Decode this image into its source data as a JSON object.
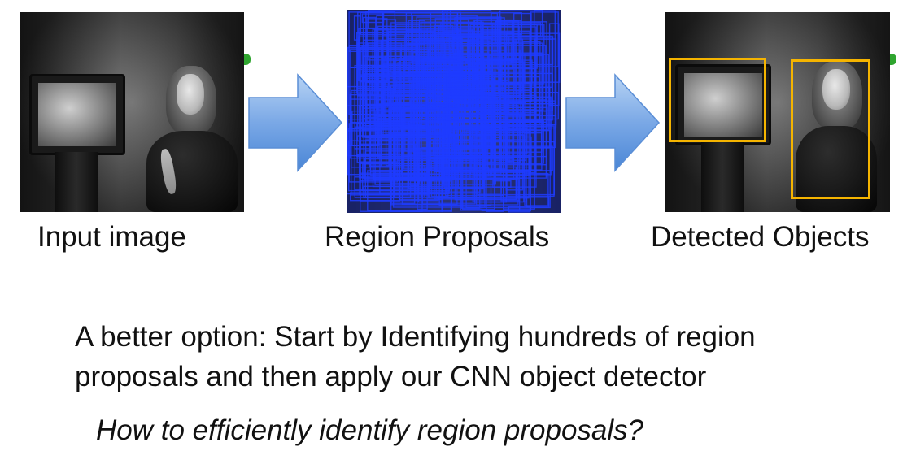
{
  "captions": {
    "input": "Input image",
    "proposals": "Region Proposals",
    "detected": "Detected Objects"
  },
  "description": {
    "line1": "A better option: Start by Identifying hundreds of region",
    "line2": "proposals and then apply our CNN object detector"
  },
  "question": "How to efficiently identify region proposals?",
  "colors": {
    "arrow_fill_light": "#a9c8f0",
    "arrow_fill_dark": "#4a86d6",
    "proposal_box": "#1f3cff",
    "detection_box": "#f5b400"
  },
  "icons": {
    "arrow": "right-arrow-icon"
  }
}
